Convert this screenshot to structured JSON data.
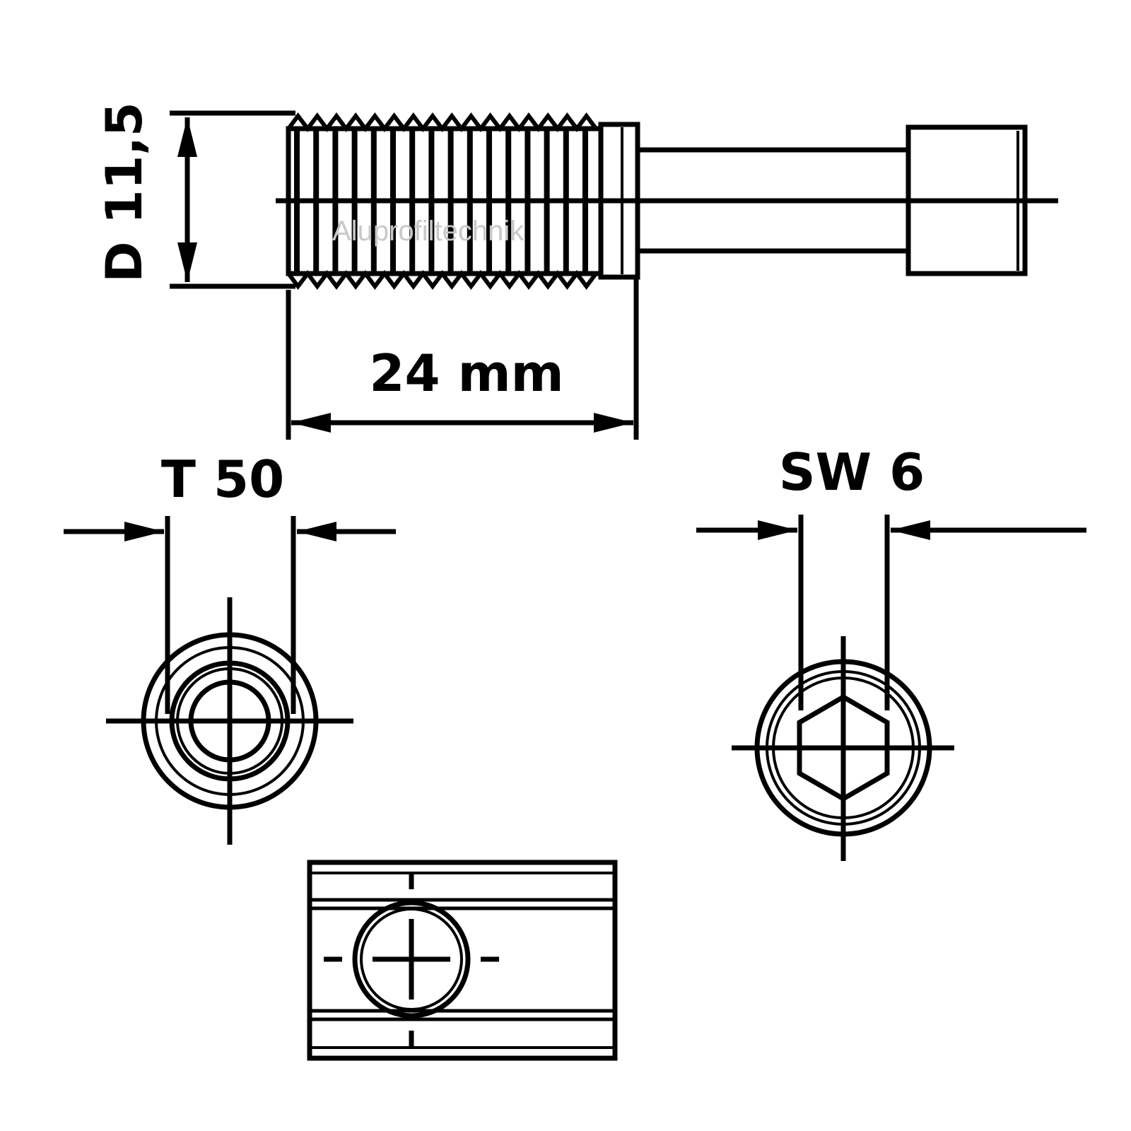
{
  "labels": {
    "diameter": "D 11,5",
    "length": "24 mm",
    "torx": "T 50",
    "hex": "SW 6"
  },
  "watermark": "Aluprofiltechnik",
  "colors": {
    "line": "#000000",
    "watermark": "#c8c8c8"
  }
}
